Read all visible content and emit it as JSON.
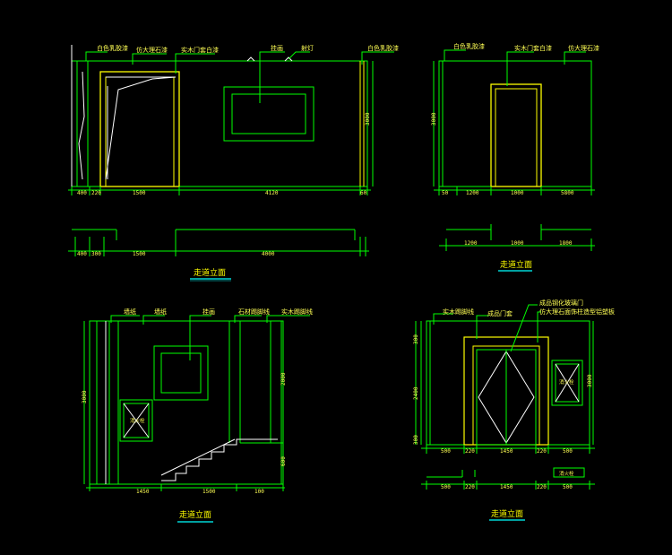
{
  "colors": {
    "background": "#000000",
    "line_green": "#00ff00",
    "line_yellow": "#ffff00",
    "line_white": "#ffffff",
    "line_cyan": "#00ffff",
    "text_yellow": "#ffff55"
  },
  "views": {
    "top_left": {
      "title": "走道立面",
      "labels": [
        "白色乳胶漆",
        "仿大理石漆",
        "实木门套白漆",
        "挂画",
        "射灯",
        "白色乳胶漆"
      ],
      "dims_bottom": [
        "400",
        "220",
        "1500",
        "4120",
        "60"
      ],
      "dims_plan": [
        "400",
        "300",
        "1500",
        "4000"
      ],
      "dim_side": "3000"
    },
    "top_right": {
      "title": "走道立面",
      "labels": [
        "白色乳胶漆",
        "实木门套白漆",
        "仿大理石漆"
      ],
      "dims_bottom": [
        "50",
        "1200",
        "1000",
        "5800"
      ],
      "dims_plan": [
        "1200",
        "1000",
        "1800"
      ],
      "dim_side": "3000"
    },
    "bottom_left": {
      "title": "走道立面",
      "labels": [
        "墙纸",
        "墙纸",
        "挂画",
        "石材踢脚线",
        "实木踢脚线"
      ],
      "box_label": "消火栓",
      "dims_bottom": [
        "1450",
        "1500",
        "100"
      ],
      "dim_side_left": "3000",
      "dim_side_right_top": "2000",
      "dim_side_right_bottom": "600"
    },
    "bottom_right": {
      "title": "走道立面",
      "labels": [
        "实木踢脚线",
        "成品门套",
        "成品钢化玻璃门",
        "仿大理石面饰柱造型铝塑板"
      ],
      "box_label": "消火栓",
      "dims_bottom": [
        "500",
        "220",
        "1450",
        "220",
        "500"
      ],
      "dims_plan": [
        "500",
        "220",
        "1450",
        "220",
        "500"
      ],
      "dim_side_top": "300",
      "dim_side_mid": "2400",
      "dim_side_bottom": "300",
      "dim_side_right": "3000",
      "plan_box_label": "消火栓"
    }
  }
}
